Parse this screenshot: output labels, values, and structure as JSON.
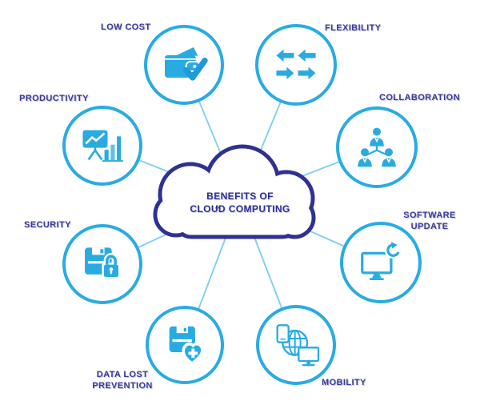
{
  "diagram_title": "Benefits of Cloud Computing",
  "center_cloud": {
    "line1": "BENEFITS OF",
    "line2": "CLOUD COMPUTING"
  },
  "colors": {
    "accent_blue": "#29abe2",
    "check_blue": "#1d9ad8",
    "cloud_navy": "#2e3192",
    "label_purple": "#3c3d96",
    "connector_light_blue": "#85cff2",
    "background": "#ffffff"
  },
  "nodes": [
    {
      "id": "low-cost",
      "label": "LOW COST",
      "icon": "wallet-check-icon"
    },
    {
      "id": "flexibility",
      "label": "FLEXIBILITY",
      "icon": "swap-arrows-icon"
    },
    {
      "id": "productivity",
      "label": "PRODUCTIVITY",
      "icon": "presentation-chart-icon"
    },
    {
      "id": "collaboration",
      "label": "COLLABORATION",
      "icon": "team-hierarchy-icon"
    },
    {
      "id": "security",
      "label": "SECURITY",
      "icon": "floppy-lock-icon"
    },
    {
      "id": "software-update",
      "label": "SOFTWARE UPDATE",
      "icon": "monitor-refresh-icon"
    },
    {
      "id": "data-lost-prevention",
      "label": "DATA LOST PREVENTION",
      "icon": "floppy-heart-icon"
    },
    {
      "id": "mobility",
      "label": "MOBILITY",
      "icon": "globe-devices-icon"
    }
  ]
}
